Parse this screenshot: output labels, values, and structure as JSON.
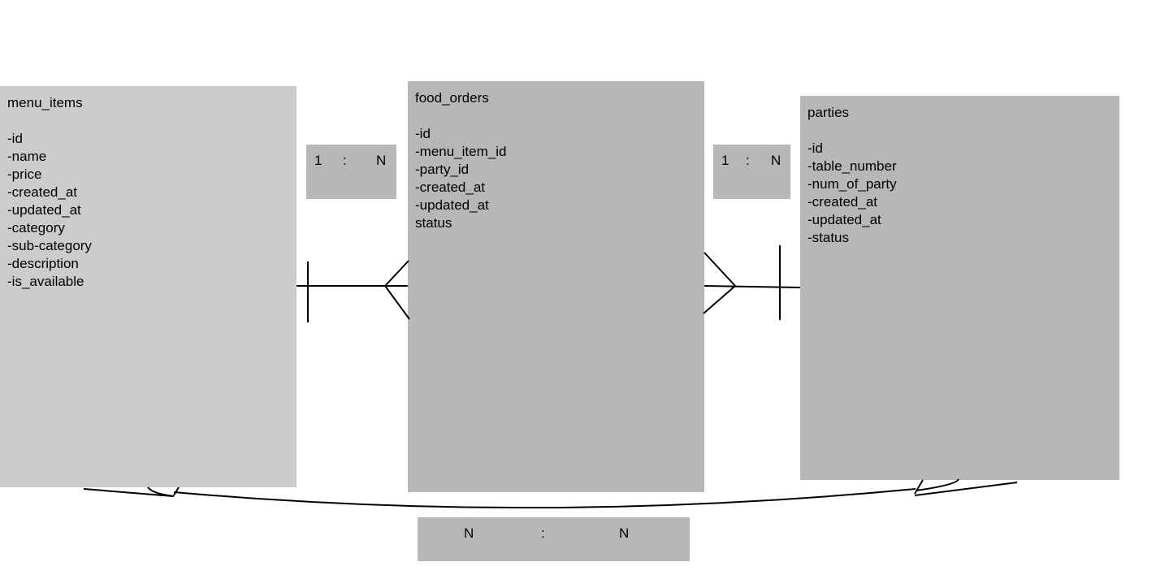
{
  "colors": {
    "background": "#ffffff",
    "menu_items_fill": "#cccccc",
    "food_orders_fill": "#b7b7b7",
    "parties_fill": "#b7b7b7",
    "relationship_fill": "#b7b7b7",
    "line": "#000000"
  },
  "entities": {
    "menu_items": {
      "title": "menu_items",
      "fields": [
        "-id",
        "-name",
        "-price",
        "-created_at",
        "-updated_at",
        "-category",
        "-sub-category",
        "-description",
        "-is_available"
      ]
    },
    "food_orders": {
      "title": "food_orders",
      "fields": [
        "-id",
        "-menu_item_id",
        "-party_id",
        "-created_at",
        "-updated_at",
        "status"
      ]
    },
    "parties": {
      "title": "parties",
      "fields": [
        "-id",
        "-table_number",
        "-num_of_party",
        "-created_at",
        "-updated_at",
        "-status"
      ]
    }
  },
  "relationships": {
    "menu_items_food_orders": {
      "left": "1",
      "sep": ":",
      "right": "N"
    },
    "parties_food_orders": {
      "left": "1",
      "sep": ":",
      "right": "N"
    },
    "menu_items_parties": {
      "left": "N",
      "sep": ":",
      "right": "N"
    }
  }
}
